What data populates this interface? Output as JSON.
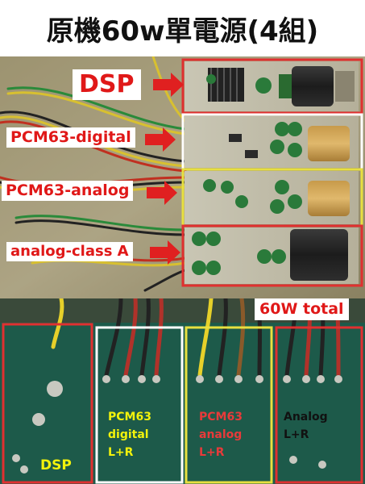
{
  "title": "原機60w單電源(4組)",
  "labels": {
    "dsp": "DSP",
    "pcm63_digital": "PCM63-digital",
    "pcm63_analog": "PCM63-analog",
    "analog_class_a": "analog-class A",
    "total": "60W total"
  },
  "board_labels": {
    "dsp": "DSP",
    "pcm63_digital": "PCM63\ndigital\nL+R",
    "pcm63_analog": "PCM63\nanalog\nL+R",
    "analog": "Analog\nL+R"
  },
  "colors": {
    "label_text": "#e01818",
    "arrow": "#e02020",
    "box_dsp": "#e03030",
    "box_digital": "#ffffff",
    "box_analog_yellow": "#e8e040",
    "box_classa": "#e03030",
    "bottom_digital": "#f2f20c",
    "bottom_analog": "#e83a3a"
  }
}
